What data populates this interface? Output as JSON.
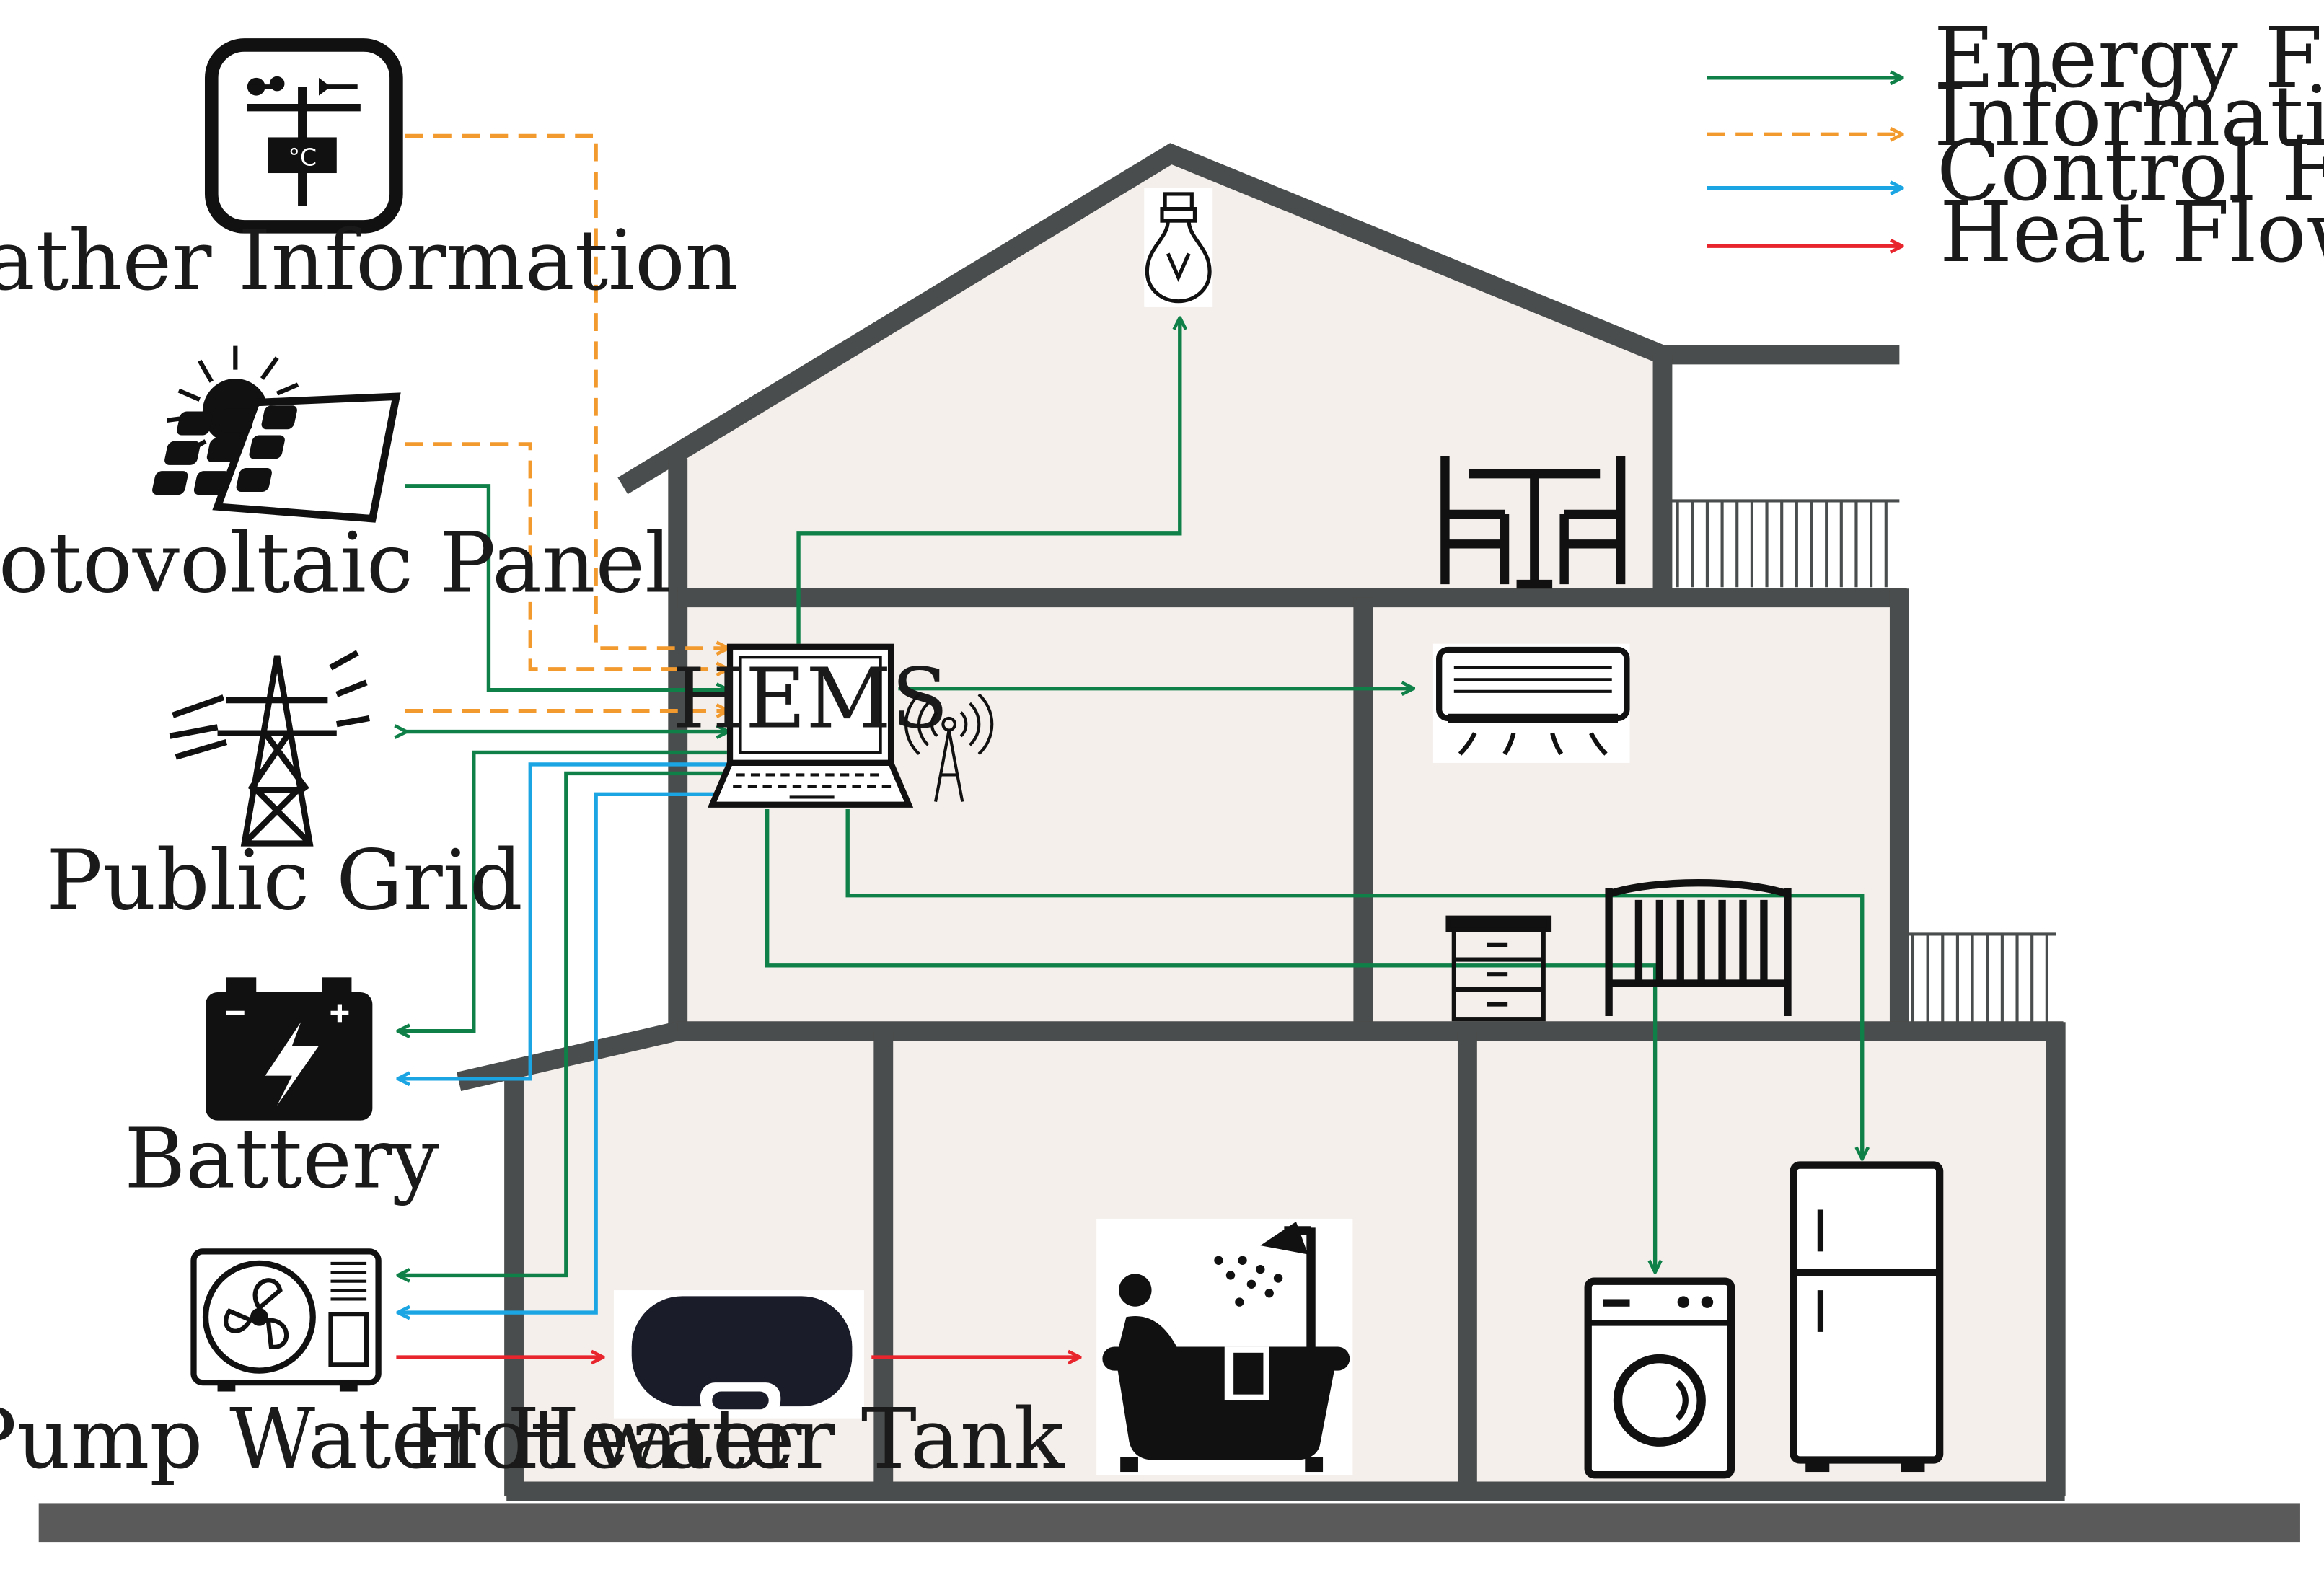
{
  "legend": {
    "energy": {
      "label": "Energy Flow",
      "color": "#0e8048"
    },
    "information": {
      "label": "Information Flow",
      "color": "#f29a2e"
    },
    "control": {
      "label": "Control Flow",
      "color": "#1ba6e3"
    },
    "heat": {
      "label": "Heat Flow",
      "color": "#e8252c"
    }
  },
  "hems_label": "HEMS",
  "sources": {
    "weather": "Weather Information",
    "pv": "Photovoltaic Panel",
    "grid": "Public Grid",
    "battery": "Battery",
    "heat_pump": "Heat Pump Water Heater",
    "tank": "Hot water Tank"
  },
  "thermometer_unit": "°C",
  "colors": {
    "wall": "#4a4d4d",
    "room_fill": "#f4efeb",
    "ground": "#5a5a5a",
    "icon": "#111111"
  },
  "icons": [
    "weather-station-icon",
    "solar-panel-icon",
    "power-tower-icon",
    "battery-icon",
    "heat-pump-icon",
    "water-tank-icon",
    "light-bulb-icon",
    "dining-table-icon",
    "air-conditioner-icon",
    "bed-icon",
    "nightstand-icon",
    "bathtub-icon",
    "washing-machine-icon",
    "refrigerator-icon",
    "laptop-icon",
    "antenna-icon"
  ]
}
